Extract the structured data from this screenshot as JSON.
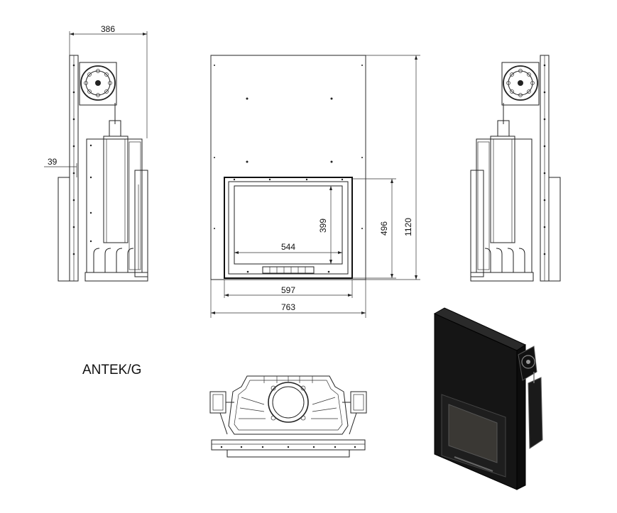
{
  "model_name": "ANTEK/G",
  "dimensions": {
    "side_depth": "386",
    "side_offset": "39",
    "front_width": "763",
    "door_frame_width": "597",
    "glass_width": "544",
    "glass_height": "399",
    "door_height": "496",
    "total_height": "1120"
  },
  "colors": {
    "line": "#222222",
    "body": "#151515",
    "background": "#ffffff"
  }
}
